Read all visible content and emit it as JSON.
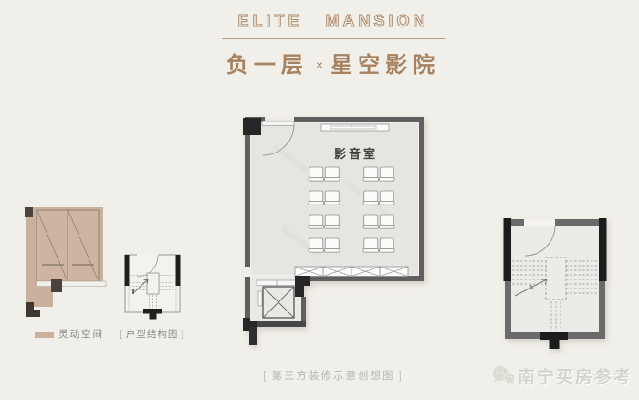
{
  "header": {
    "brand": "ELITE MANSION",
    "floor": "负一层",
    "separator": "×",
    "venue": "星空影院"
  },
  "floorplan": {
    "room_label": "影音室",
    "seat_rows": 4,
    "seat_groups_per_row": 2,
    "seats_per_group": 2,
    "total_seats": 16,
    "storage_units": 4
  },
  "legend": {
    "swatch_color": "#c9b19d",
    "flex_space_label": "灵动空间",
    "structure_bracket_left": "[",
    "structure_label": "户型结构图",
    "structure_bracket_right": "]"
  },
  "footer": {
    "bracket_left": "[",
    "caption": "第三方装修示意创想图",
    "bracket_right": "]"
  },
  "watermark": {
    "icon": "wechat-icon",
    "text": "南宁买房参考"
  },
  "colors": {
    "background": "#f1efe9",
    "bronze_text": "#a8825f",
    "brand_outline": "#ae8a69",
    "wall_gray": "#5e5e5e",
    "structure_black": "#262626",
    "flex_space_tan": "#c9b19d",
    "floor_fill": "#e6e5e2"
  }
}
